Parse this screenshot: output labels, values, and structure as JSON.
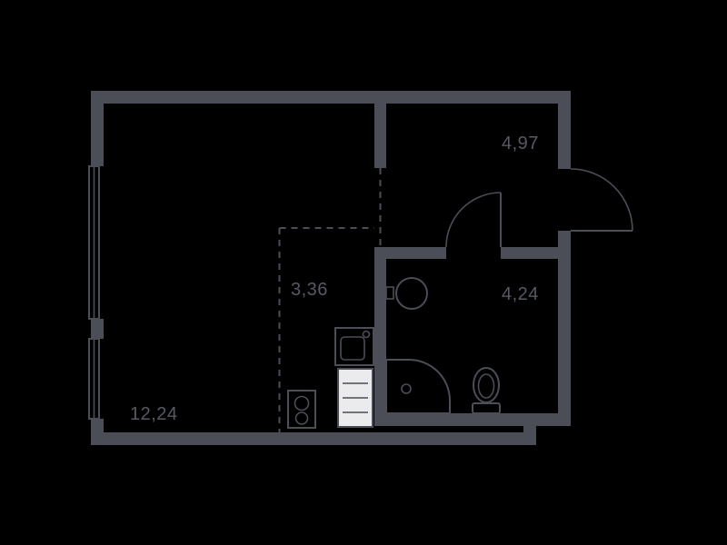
{
  "floorplan": {
    "title": "Studio apartment floor plan",
    "rooms": [
      {
        "id": "living-room",
        "area": "12,24"
      },
      {
        "id": "kitchen",
        "area": "3,36"
      },
      {
        "id": "hallway",
        "area": "4,97"
      },
      {
        "id": "bathroom",
        "area": "4,24"
      }
    ],
    "icons": [
      "window-icon",
      "entrance-door-icon",
      "bathroom-door-icon",
      "kitchen-sink-icon",
      "oven-icon",
      "stove-icon",
      "washbasin-icon",
      "corner-washbasin-icon",
      "toilet-icon"
    ],
    "colors": {
      "background": "#000000",
      "wall": "#4b4d57",
      "label": "#575964",
      "fixture_fill": "#ebebed"
    }
  }
}
